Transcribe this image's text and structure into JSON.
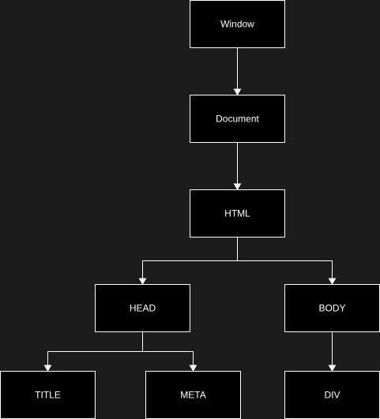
{
  "colors": {
    "background": "#1c1c1c",
    "node_fill": "#000000",
    "node_stroke": "#ffffff",
    "text": "#ffffff",
    "edge": "#ffffff"
  },
  "nodes": {
    "window": "Window",
    "document": "Document",
    "html": "HTML",
    "head": "HEAD",
    "body": "BODY",
    "title": "TITLE",
    "meta": "META",
    "div": "DIV"
  }
}
